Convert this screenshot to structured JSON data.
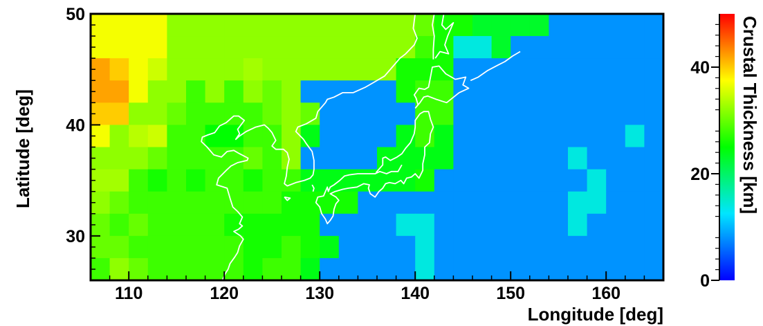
{
  "chart_data": {
    "type": "heatmap",
    "xlabel": "Longitude [deg]",
    "ylabel": "Latitude [deg]",
    "zlabel": "Crustal Thickness [km]",
    "xlim": [
      106,
      166
    ],
    "ylim": [
      26,
      50
    ],
    "zlim": [
      0,
      50
    ],
    "cell_size_deg": 2,
    "x_ticks": [
      110,
      120,
      130,
      140,
      150,
      160
    ],
    "y_ticks": [
      30,
      40,
      50
    ],
    "z_ticks": [
      0,
      20,
      40
    ],
    "colormap": "rainbow (blue-cyan-green-yellow-red)",
    "overlay": "coastlines (white)",
    "cell_x_centers": [
      107,
      109,
      111,
      113,
      115,
      117,
      119,
      121,
      123,
      125,
      127,
      129,
      131,
      133,
      135,
      137,
      139,
      141,
      143,
      145,
      147,
      149,
      151,
      153,
      155,
      157,
      159,
      161,
      163,
      165
    ],
    "cell_y_centers": [
      49,
      47,
      45,
      43,
      41,
      39,
      37,
      35,
      33,
      31,
      29,
      27
    ],
    "values": [
      [
        37,
        37,
        37,
        37,
        32,
        32,
        32,
        32,
        32,
        32,
        32,
        32,
        32,
        32,
        32,
        32,
        32,
        30,
        26,
        26,
        23,
        23,
        23,
        23,
        8,
        8,
        8,
        8,
        8,
        8
      ],
      [
        37,
        37,
        37,
        37,
        32,
        32,
        32,
        32,
        32,
        32,
        32,
        32,
        32,
        32,
        32,
        32,
        32,
        28,
        26,
        14,
        14,
        23,
        8,
        8,
        8,
        8,
        8,
        8,
        8,
        8
      ],
      [
        42,
        40,
        37,
        35,
        32,
        32,
        32,
        32,
        33,
        32,
        32,
        32,
        32,
        32,
        32,
        32,
        26,
        26,
        26,
        8,
        8,
        8,
        8,
        8,
        8,
        8,
        8,
        8,
        8,
        8
      ],
      [
        42,
        42,
        37,
        32,
        32,
        28,
        32,
        28,
        32,
        30,
        32,
        8,
        8,
        8,
        8,
        8,
        26,
        28,
        28,
        8,
        8,
        8,
        8,
        8,
        8,
        8,
        8,
        8,
        8,
        8
      ],
      [
        40,
        40,
        32,
        32,
        30,
        28,
        28,
        28,
        28,
        30,
        32,
        30,
        8,
        8,
        8,
        8,
        8,
        28,
        28,
        8,
        8,
        8,
        8,
        8,
        8,
        8,
        8,
        8,
        8,
        8
      ],
      [
        37,
        32,
        34,
        35,
        28,
        28,
        25,
        25,
        28,
        28,
        32,
        24,
        8,
        8,
        8,
        8,
        24,
        28,
        24,
        8,
        8,
        8,
        8,
        8,
        8,
        8,
        8,
        8,
        14,
        8
      ],
      [
        32,
        32,
        32,
        30,
        28,
        28,
        28,
        28,
        30,
        28,
        32,
        8,
        8,
        8,
        8,
        24,
        24,
        24,
        24,
        8,
        8,
        8,
        8,
        8,
        8,
        14,
        8,
        8,
        8,
        8
      ],
      [
        33,
        33,
        28,
        26,
        28,
        26,
        28,
        28,
        26,
        28,
        28,
        24,
        24,
        24,
        24,
        24,
        24,
        26,
        8,
        8,
        8,
        8,
        8,
        8,
        8,
        8,
        14,
        8,
        8,
        8
      ],
      [
        32,
        30,
        28,
        28,
        28,
        28,
        28,
        28,
        28,
        28,
        26,
        26,
        26,
        26,
        8,
        8,
        8,
        8,
        8,
        8,
        8,
        8,
        8,
        8,
        8,
        14,
        14,
        8,
        8,
        8
      ],
      [
        30,
        28,
        30,
        28,
        28,
        28,
        28,
        26,
        26,
        26,
        26,
        26,
        8,
        8,
        8,
        8,
        14,
        14,
        8,
        8,
        8,
        8,
        8,
        8,
        8,
        14,
        8,
        8,
        8,
        8
      ],
      [
        30,
        30,
        28,
        28,
        28,
        28,
        28,
        28,
        26,
        26,
        28,
        26,
        24,
        8,
        8,
        8,
        8,
        14,
        8,
        8,
        8,
        8,
        8,
        8,
        8,
        8,
        8,
        8,
        8,
        8
      ],
      [
        28,
        32,
        30,
        28,
        28,
        28,
        28,
        28,
        26,
        28,
        28,
        24,
        8,
        8,
        8,
        8,
        8,
        14,
        8,
        8,
        8,
        8,
        8,
        8,
        8,
        8,
        8,
        8,
        8,
        8
      ]
    ],
    "coastlines": [
      [
        [
          140,
          50
        ],
        [
          139.8,
          48.7
        ],
        [
          140.2,
          47.8
        ],
        [
          139.9,
          47.2
        ],
        [
          139,
          46.4
        ],
        [
          138.4,
          46
        ],
        [
          137.6,
          45.2
        ],
        [
          136.8,
          44.4
        ],
        [
          135.6,
          43.8
        ],
        [
          134.8,
          43.4
        ],
        [
          133.5,
          42.9
        ],
        [
          132.4,
          42.9
        ],
        [
          131.5,
          42.5
        ],
        [
          130.8,
          42.3
        ],
        [
          130.6,
          42
        ],
        [
          129.8,
          41.2
        ],
        [
          129.6,
          40.6
        ],
        [
          128.6,
          40.1
        ],
        [
          127.7,
          39.8
        ],
        [
          127.5,
          39.4
        ],
        [
          128.3,
          38.7
        ],
        [
          128.6,
          38.3
        ],
        [
          129.2,
          37.6
        ],
        [
          129.4,
          36.8
        ],
        [
          129.4,
          36
        ],
        [
          129.3,
          35.5
        ],
        [
          129,
          35.2
        ],
        [
          128.4,
          35
        ],
        [
          127.5,
          34.8
        ],
        [
          126.6,
          34.5
        ],
        [
          126.3,
          34.7
        ],
        [
          126.5,
          35.4
        ],
        [
          126.6,
          36.2
        ],
        [
          126.8,
          36.9
        ],
        [
          126.6,
          37.5
        ],
        [
          126.2,
          37.8
        ],
        [
          125.4,
          37.8
        ],
        [
          125,
          38.1
        ],
        [
          125.4,
          38.6
        ],
        [
          125,
          39.3
        ],
        [
          124.6,
          39.7
        ],
        [
          124.2,
          40
        ],
        [
          123.3,
          39.8
        ],
        [
          122.3,
          39.4
        ],
        [
          121.6,
          39
        ],
        [
          121.2,
          38.7
        ],
        [
          121.6,
          39.2
        ],
        [
          121.4,
          39.6
        ],
        [
          122.1,
          40.4
        ],
        [
          121.5,
          40.8
        ],
        [
          121,
          40.8
        ],
        [
          120.2,
          40.2
        ],
        [
          119.5,
          39.9
        ],
        [
          119,
          39.3
        ],
        [
          118.3,
          39.1
        ],
        [
          117.7,
          38.9
        ],
        [
          117.6,
          38.5
        ],
        [
          118.2,
          38
        ],
        [
          118.9,
          37.3
        ],
        [
          119.7,
          37.1
        ],
        [
          120.3,
          37.6
        ],
        [
          121,
          37.7
        ],
        [
          121.6,
          37.4
        ],
        [
          122.5,
          37
        ],
        [
          122.4,
          36.8
        ],
        [
          121.4,
          36.6
        ],
        [
          120.7,
          36.3
        ],
        [
          120.2,
          35.9
        ],
        [
          119.4,
          35.2
        ],
        [
          119.2,
          34.6
        ],
        [
          120.3,
          34.3
        ],
        [
          120.6,
          33.4
        ],
        [
          120.9,
          32.6
        ],
        [
          121.4,
          32.2
        ],
        [
          121.9,
          31.7
        ],
        [
          121.6,
          31.1
        ],
        [
          121.9,
          30.9
        ],
        [
          121.5,
          30.6
        ],
        [
          121,
          30.4
        ],
        [
          121.7,
          30
        ],
        [
          122,
          29.7
        ],
        [
          121.6,
          29.1
        ],
        [
          121.4,
          28.5
        ],
        [
          121.1,
          28.1
        ],
        [
          120.6,
          27.5
        ],
        [
          120.4,
          27
        ],
        [
          120.1,
          26.6
        ],
        [
          119.8,
          26
        ]
      ],
      [
        [
          138.6,
          36.4
        ],
        [
          138.2,
          35.8
        ],
        [
          137.5,
          35.8
        ],
        [
          137,
          35.6
        ],
        [
          136.3,
          35.8
        ],
        [
          135.8,
          35.6
        ],
        [
          135.4,
          35.6
        ],
        [
          134.8,
          35.6
        ],
        [
          134,
          35.6
        ],
        [
          133.1,
          35.5
        ],
        [
          132.6,
          35.4
        ],
        [
          132.1,
          35
        ],
        [
          131.5,
          34.6
        ],
        [
          131.1,
          34.4
        ],
        [
          130.9,
          34
        ],
        [
          130.8,
          34.4
        ],
        [
          130.4,
          33.6
        ],
        [
          129.8,
          33.5
        ],
        [
          129.6,
          33
        ],
        [
          130,
          32.6
        ],
        [
          130.2,
          32
        ],
        [
          130.6,
          31.5
        ],
        [
          130.8,
          31.1
        ],
        [
          131.1,
          31.4
        ],
        [
          131.4,
          31.8
        ],
        [
          131.5,
          32.4
        ],
        [
          131.7,
          32.9
        ],
        [
          132,
          33.2
        ],
        [
          131.7,
          33.5
        ],
        [
          131.1,
          33.8
        ],
        [
          131.6,
          34
        ],
        [
          132.4,
          34.2
        ],
        [
          133,
          34.3
        ],
        [
          133.9,
          34.4
        ],
        [
          134.6,
          34.7
        ],
        [
          135.2,
          34.6
        ],
        [
          135.1,
          34.3
        ],
        [
          135.3,
          33.8
        ],
        [
          135.8,
          33.5
        ],
        [
          136.2,
          34
        ],
        [
          136.6,
          34.3
        ],
        [
          136.9,
          34.7
        ],
        [
          137.3,
          34.8
        ],
        [
          137.9,
          34.7
        ],
        [
          138.5,
          35
        ],
        [
          138.8,
          34.7
        ],
        [
          139.1,
          35.2
        ],
        [
          139.6,
          35.3
        ],
        [
          140,
          35.6
        ],
        [
          140.4,
          35.2
        ],
        [
          140.8,
          35.9
        ],
        [
          140.8,
          36.5
        ],
        [
          141,
          37.3
        ],
        [
          141,
          38
        ],
        [
          141.5,
          38.4
        ],
        [
          141.6,
          39.2
        ],
        [
          141.9,
          39.8
        ],
        [
          141.6,
          40.5
        ],
        [
          141.4,
          41.2
        ],
        [
          140.9,
          41.2
        ],
        [
          140.5,
          41
        ],
        [
          140,
          40.4
        ],
        [
          140,
          39.8
        ],
        [
          139.9,
          39.2
        ],
        [
          139.5,
          38.4
        ],
        [
          139,
          37.9
        ],
        [
          138.6,
          37.4
        ],
        [
          138.1,
          37.1
        ],
        [
          137.4,
          36.8
        ],
        [
          136.9,
          37.1
        ],
        [
          136.6,
          37
        ],
        [
          136.6,
          36.4
        ],
        [
          136.2,
          36
        ],
        [
          135.9,
          35.7
        ]
      ],
      [
        [
          140,
          41.5
        ],
        [
          140.3,
          41.8
        ],
        [
          140.1,
          42.4
        ],
        [
          139.9,
          42.7
        ],
        [
          140.4,
          43.3
        ],
        [
          141,
          43.2
        ],
        [
          141.4,
          43.4
        ],
        [
          141.6,
          44.3
        ],
        [
          141.8,
          45.2
        ],
        [
          142.5,
          45.3
        ],
        [
          143.2,
          44.6
        ],
        [
          144.2,
          44.1
        ],
        [
          145.3,
          44.3
        ],
        [
          145,
          43.6
        ],
        [
          145.6,
          43.3
        ],
        [
          144.6,
          42.9
        ],
        [
          143.3,
          42
        ],
        [
          142.2,
          42.3
        ],
        [
          141.3,
          42.6
        ],
        [
          140.9,
          42.5
        ],
        [
          140.5,
          42
        ],
        [
          140,
          41.5
        ]
      ],
      [
        [
          141.9,
          45.9
        ],
        [
          141.9,
          46.8
        ],
        [
          142,
          48
        ],
        [
          141.8,
          49
        ],
        [
          142,
          50
        ],
        [
          143,
          50
        ],
        [
          142.8,
          49
        ],
        [
          143.2,
          48.6
        ],
        [
          144,
          49.2
        ],
        [
          143.4,
          48
        ],
        [
          143.1,
          47.2
        ],
        [
          143.5,
          46.4
        ],
        [
          142.6,
          46.6
        ],
        [
          142.1,
          46
        ]
      ],
      [
        [
          145.8,
          44
        ],
        [
          146.6,
          44.3
        ],
        [
          147.6,
          44.9
        ],
        [
          148.7,
          45.4
        ],
        [
          149.4,
          45.7
        ],
        [
          150.2,
          46.2
        ],
        [
          151,
          46.6
        ]
      ],
      [
        [
          129.2,
          34.6
        ],
        [
          129.4,
          34.3
        ],
        [
          129.3,
          34
        ]
      ],
      [
        [
          126.3,
          33.5
        ],
        [
          126.9,
          33.4
        ],
        [
          126.6,
          33.2
        ],
        [
          126.3,
          33.5
        ]
      ]
    ]
  }
}
